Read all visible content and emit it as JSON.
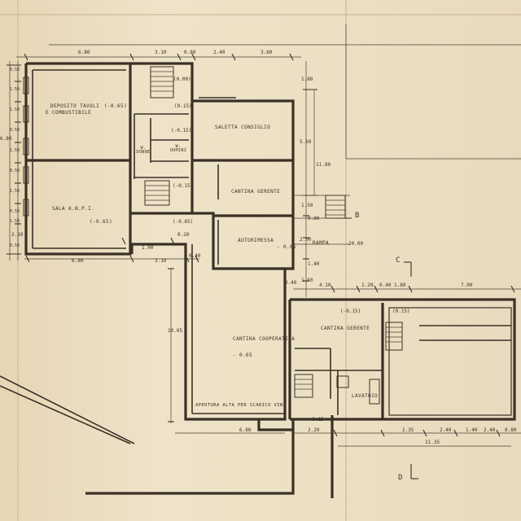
{
  "rooms": {
    "deposito": "DEPOSITO TAVOLI",
    "deposito_2": "E COMBUSTIBILE",
    "deposito_level": "(-0.65)",
    "sala": "SALA A.N.P.I.",
    "sala_level": "(-0.65)",
    "wc_donne": "W. DONNE",
    "wc_uomini": "W. UOMINI",
    "saletta": "SALETTA CONSIGLIO",
    "cantina_gerente_1": "CANTINA GERENTE",
    "autorimessa": "AUTORIMESSA",
    "autorimessa_level": "- 0.65",
    "rampa": "RAMPA",
    "cantina_coop": "CANTINA COOPERATIVA",
    "cantina_coop_level": "- 0.65",
    "apertura": "APERTURA ALTA PER SCARICO VINI",
    "cantina_gerente_2": "CANTINA GERENTE",
    "lavatoio": "LAVATOIO"
  },
  "levels": {
    "l1": "(0.00)",
    "l2": "(0.15)",
    "l3": "(-0.15)",
    "l4": "(-0.15)",
    "l5": "(-0.65)",
    "l6": "(-0.15)",
    "l7": "(0.15)",
    "l8": "- 0.15"
  },
  "dimensions": {
    "top": [
      "6.80",
      "3.10",
      "0.80",
      "2.40",
      "3.60"
    ],
    "left_col": [
      "0.50",
      "1.50",
      "1.50",
      "0.50",
      "1.50",
      "0.50",
      "1.50",
      "0.50",
      "1.50",
      "0.50"
    ],
    "left_total": "6.80",
    "left_bottom": "2.10",
    "mid_bottom": [
      "6.80",
      "3.10",
      "0.40"
    ],
    "door_small": "1.00",
    "door_small_2": "0.20",
    "right_col": [
      "1.80",
      "5.60",
      "11.80",
      "1.50",
      "0.80",
      "2.00",
      "1.40",
      "1.50",
      "0.40"
    ],
    "ramp_len": "20.00",
    "coop_height": "10.05",
    "coop_bottom": "6.80",
    "lower_row": [
      "4.10",
      "1.20",
      "0.40",
      "1.80",
      "7.00"
    ],
    "bottom_row": [
      "2.20",
      "2.35",
      "2.40",
      "1.40",
      "2.40",
      "0.80"
    ],
    "bottom_total": "11.35"
  },
  "section_marks": {
    "b": "B",
    "c": "C",
    "d": "D"
  }
}
